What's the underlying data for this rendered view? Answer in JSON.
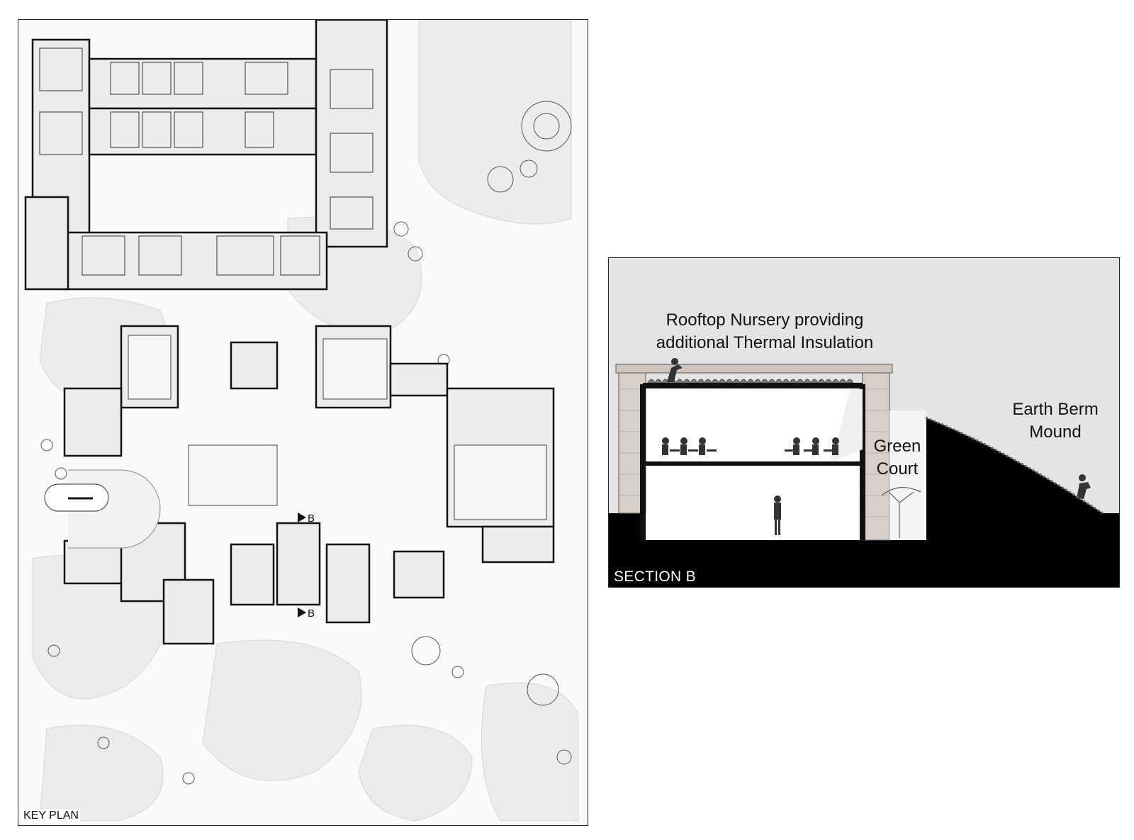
{
  "key_plan": {
    "label": "KEY PLAN",
    "section_marker_top": "B",
    "section_marker_bottom": "B"
  },
  "section_b": {
    "title": "SECTION B",
    "rooftop_note": [
      "Rooftop Nursery providing",
      "additional Thermal Insulation"
    ],
    "green_court": [
      "Green",
      "Court"
    ],
    "earth_berm": [
      "Earth Berm",
      "Mound"
    ]
  },
  "colors": {
    "wall": "#111111",
    "room_fill": "#ececec",
    "landscape": "#e9e9e9",
    "section_sky": "#e4e4e4",
    "section_ground": "#000000"
  }
}
